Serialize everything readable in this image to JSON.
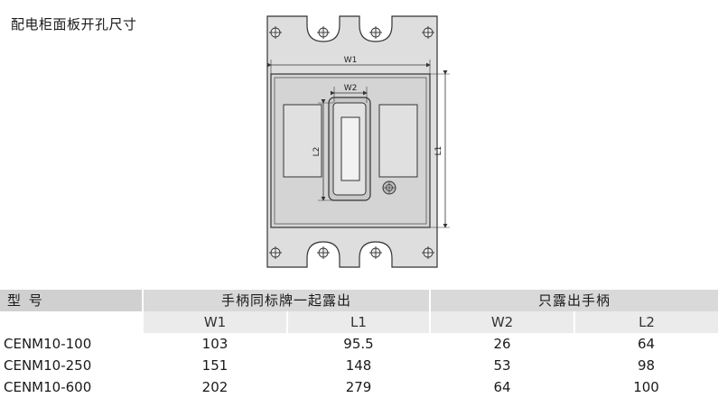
{
  "title": "配电柜面板开孔尺寸",
  "drawing": {
    "dim_w1": "W1",
    "dim_w2": "W2",
    "dim_l1": "L1",
    "dim_l2": "L2"
  },
  "table": {
    "model_header": "型 号",
    "group1_header": "手柄同标牌一起露出",
    "group2_header": "只露出手柄",
    "sub_headers": [
      "W1",
      "L1",
      "W2",
      "L2"
    ],
    "rows": [
      {
        "model": "CENM10-100",
        "w1": "103",
        "l1": "95.5",
        "w2": "26",
        "l2": "64"
      },
      {
        "model": "CENM10-250",
        "w1": "151",
        "l1": "148",
        "w2": "53",
        "l2": "98"
      },
      {
        "model": "CENM10-600",
        "w1": "202",
        "l1": "279",
        "w2": "64",
        "l2": "100"
      }
    ]
  }
}
